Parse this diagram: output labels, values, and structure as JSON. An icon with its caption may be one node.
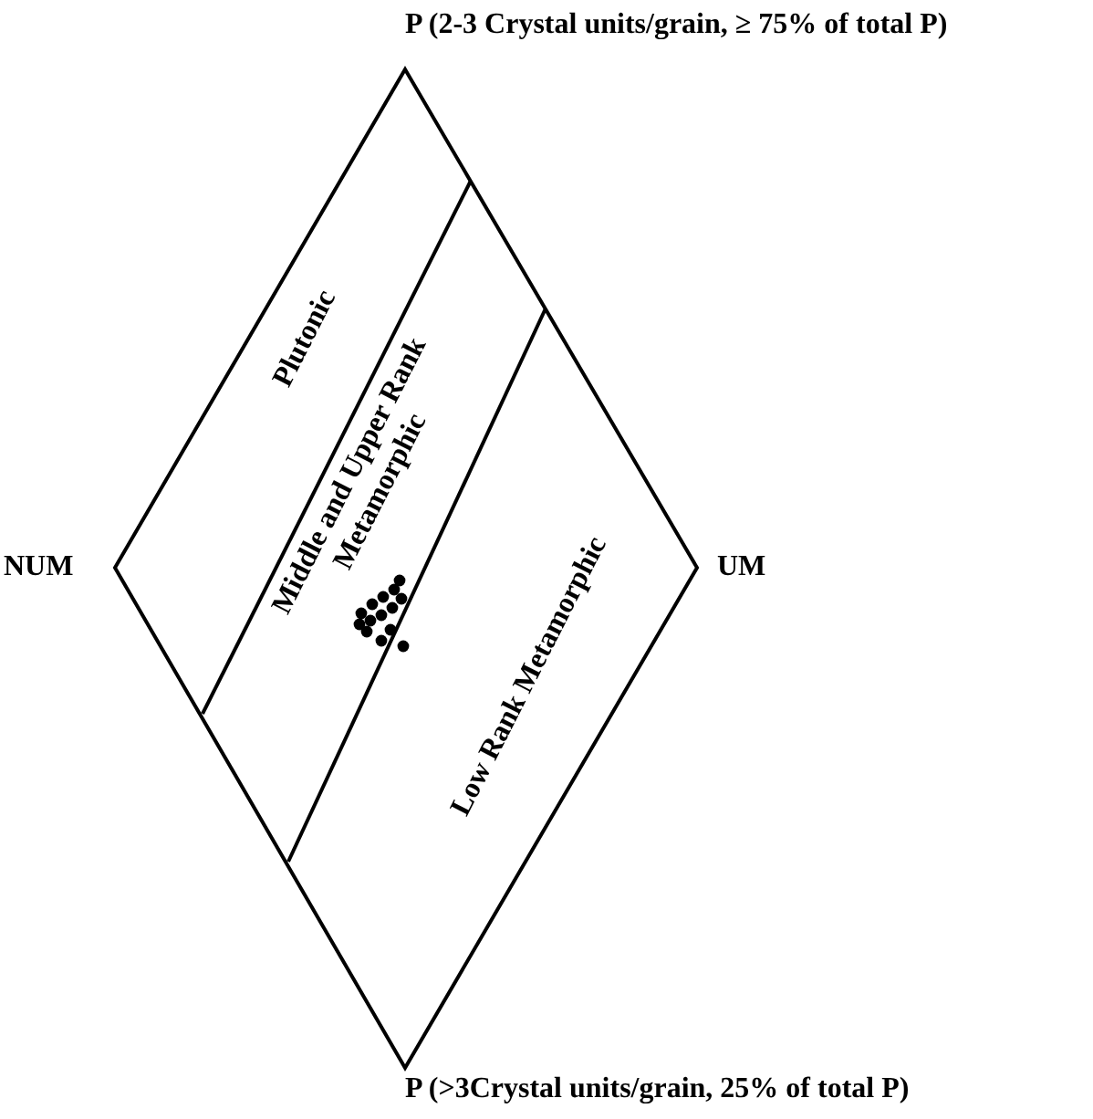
{
  "diagram": {
    "labels": [
      "P (2-3 Crystal units/grain, ≥ 75% of total P)",
      "Plutonic",
      "Middle and Upper Rank Metamorphic",
      "NUM",
      "UM",
      "Low Rank Metamorphic",
      "P (>3Crystal units/grain, 25% of total P)"
    ]
  }
}
